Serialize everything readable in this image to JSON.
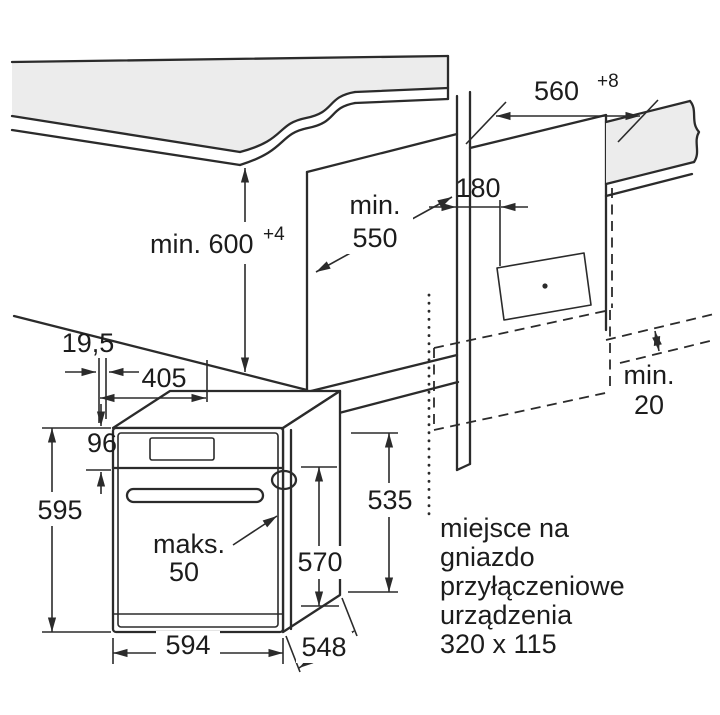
{
  "diagram": {
    "type": "appliance-installation-drawing",
    "colors": {
      "line": "#2b2b2b",
      "text": "#1c1c1c",
      "surface_fill": "#ececec",
      "background": "#ffffff"
    },
    "dims": {
      "niche_height": {
        "main": "min. 600",
        "sup": "+4"
      },
      "niche_width": {
        "main": "560",
        "sup": "+8"
      },
      "niche_depth": {
        "line1": "min.",
        "line2": "550"
      },
      "socket_offset": "180",
      "rear_gap": {
        "line1": "min.",
        "line2": "20"
      },
      "front_clearance": "19,5",
      "top_depth": "405",
      "panel_height": "96",
      "oven_height": "595",
      "handle_max": {
        "line1": "maks.",
        "line2": "50"
      },
      "inner_depth": "570",
      "side_height": "535",
      "oven_width": "594",
      "oven_depth": "548"
    },
    "note": {
      "line1": "miejsce na",
      "line2": "gniazdo",
      "line3": "przyłączeniowe",
      "line4": "urządzenia",
      "line5": "320 x 115"
    }
  }
}
